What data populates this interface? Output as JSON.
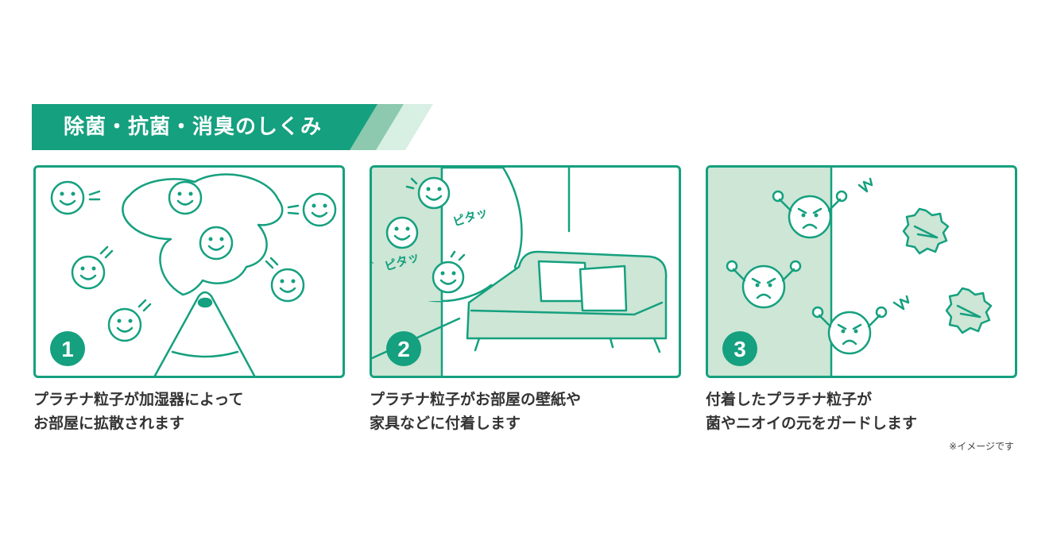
{
  "banner": {
    "title": "除菌・抗菌・消臭のしくみ"
  },
  "colors": {
    "brand": "#15a07f",
    "light": "#cde6d5",
    "stripe1": "#8cc9ae",
    "stripe2": "#d8efe3"
  },
  "panels": [
    {
      "number": "1",
      "caption_line1": "プラチナ粒子が加湿器によって",
      "caption_line2": "お部屋に拡散されます"
    },
    {
      "number": "2",
      "caption_line1": "プラチナ粒子がお部屋の壁紙や",
      "caption_line2": "家具などに付着します",
      "sfx1": "ピタッ",
      "sfx2": "ピタッ"
    },
    {
      "number": "3",
      "caption_line1": "付着したプラチナ粒子が",
      "caption_line2": "菌やニオイの元をガードします"
    }
  ],
  "note": "※イメージです"
}
